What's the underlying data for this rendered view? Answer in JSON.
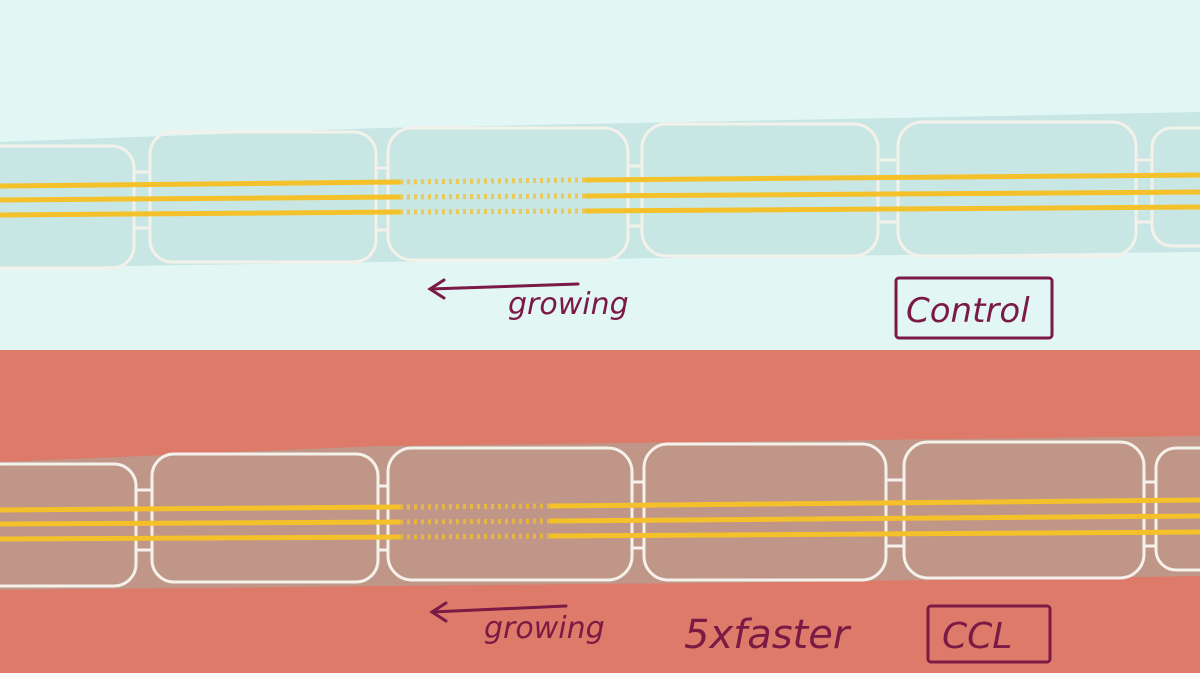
{
  "panels": {
    "control": {
      "background": "#e2f6f4",
      "cell_band_color": "#c7e6e4",
      "growing_label": "growing",
      "condition_label": "Control"
    },
    "ccl": {
      "background": "#de7a69",
      "cell_band_color": "#c09688",
      "growing_label": "growing",
      "speed_label": "5xfaster",
      "condition_label": "CCL"
    }
  },
  "colors": {
    "cell_outline": "#f4f1ea",
    "filament": "#f5c12a",
    "annotation": "#7a1a45"
  },
  "icons": {
    "direction_arrow": "arrow-left-icon"
  }
}
